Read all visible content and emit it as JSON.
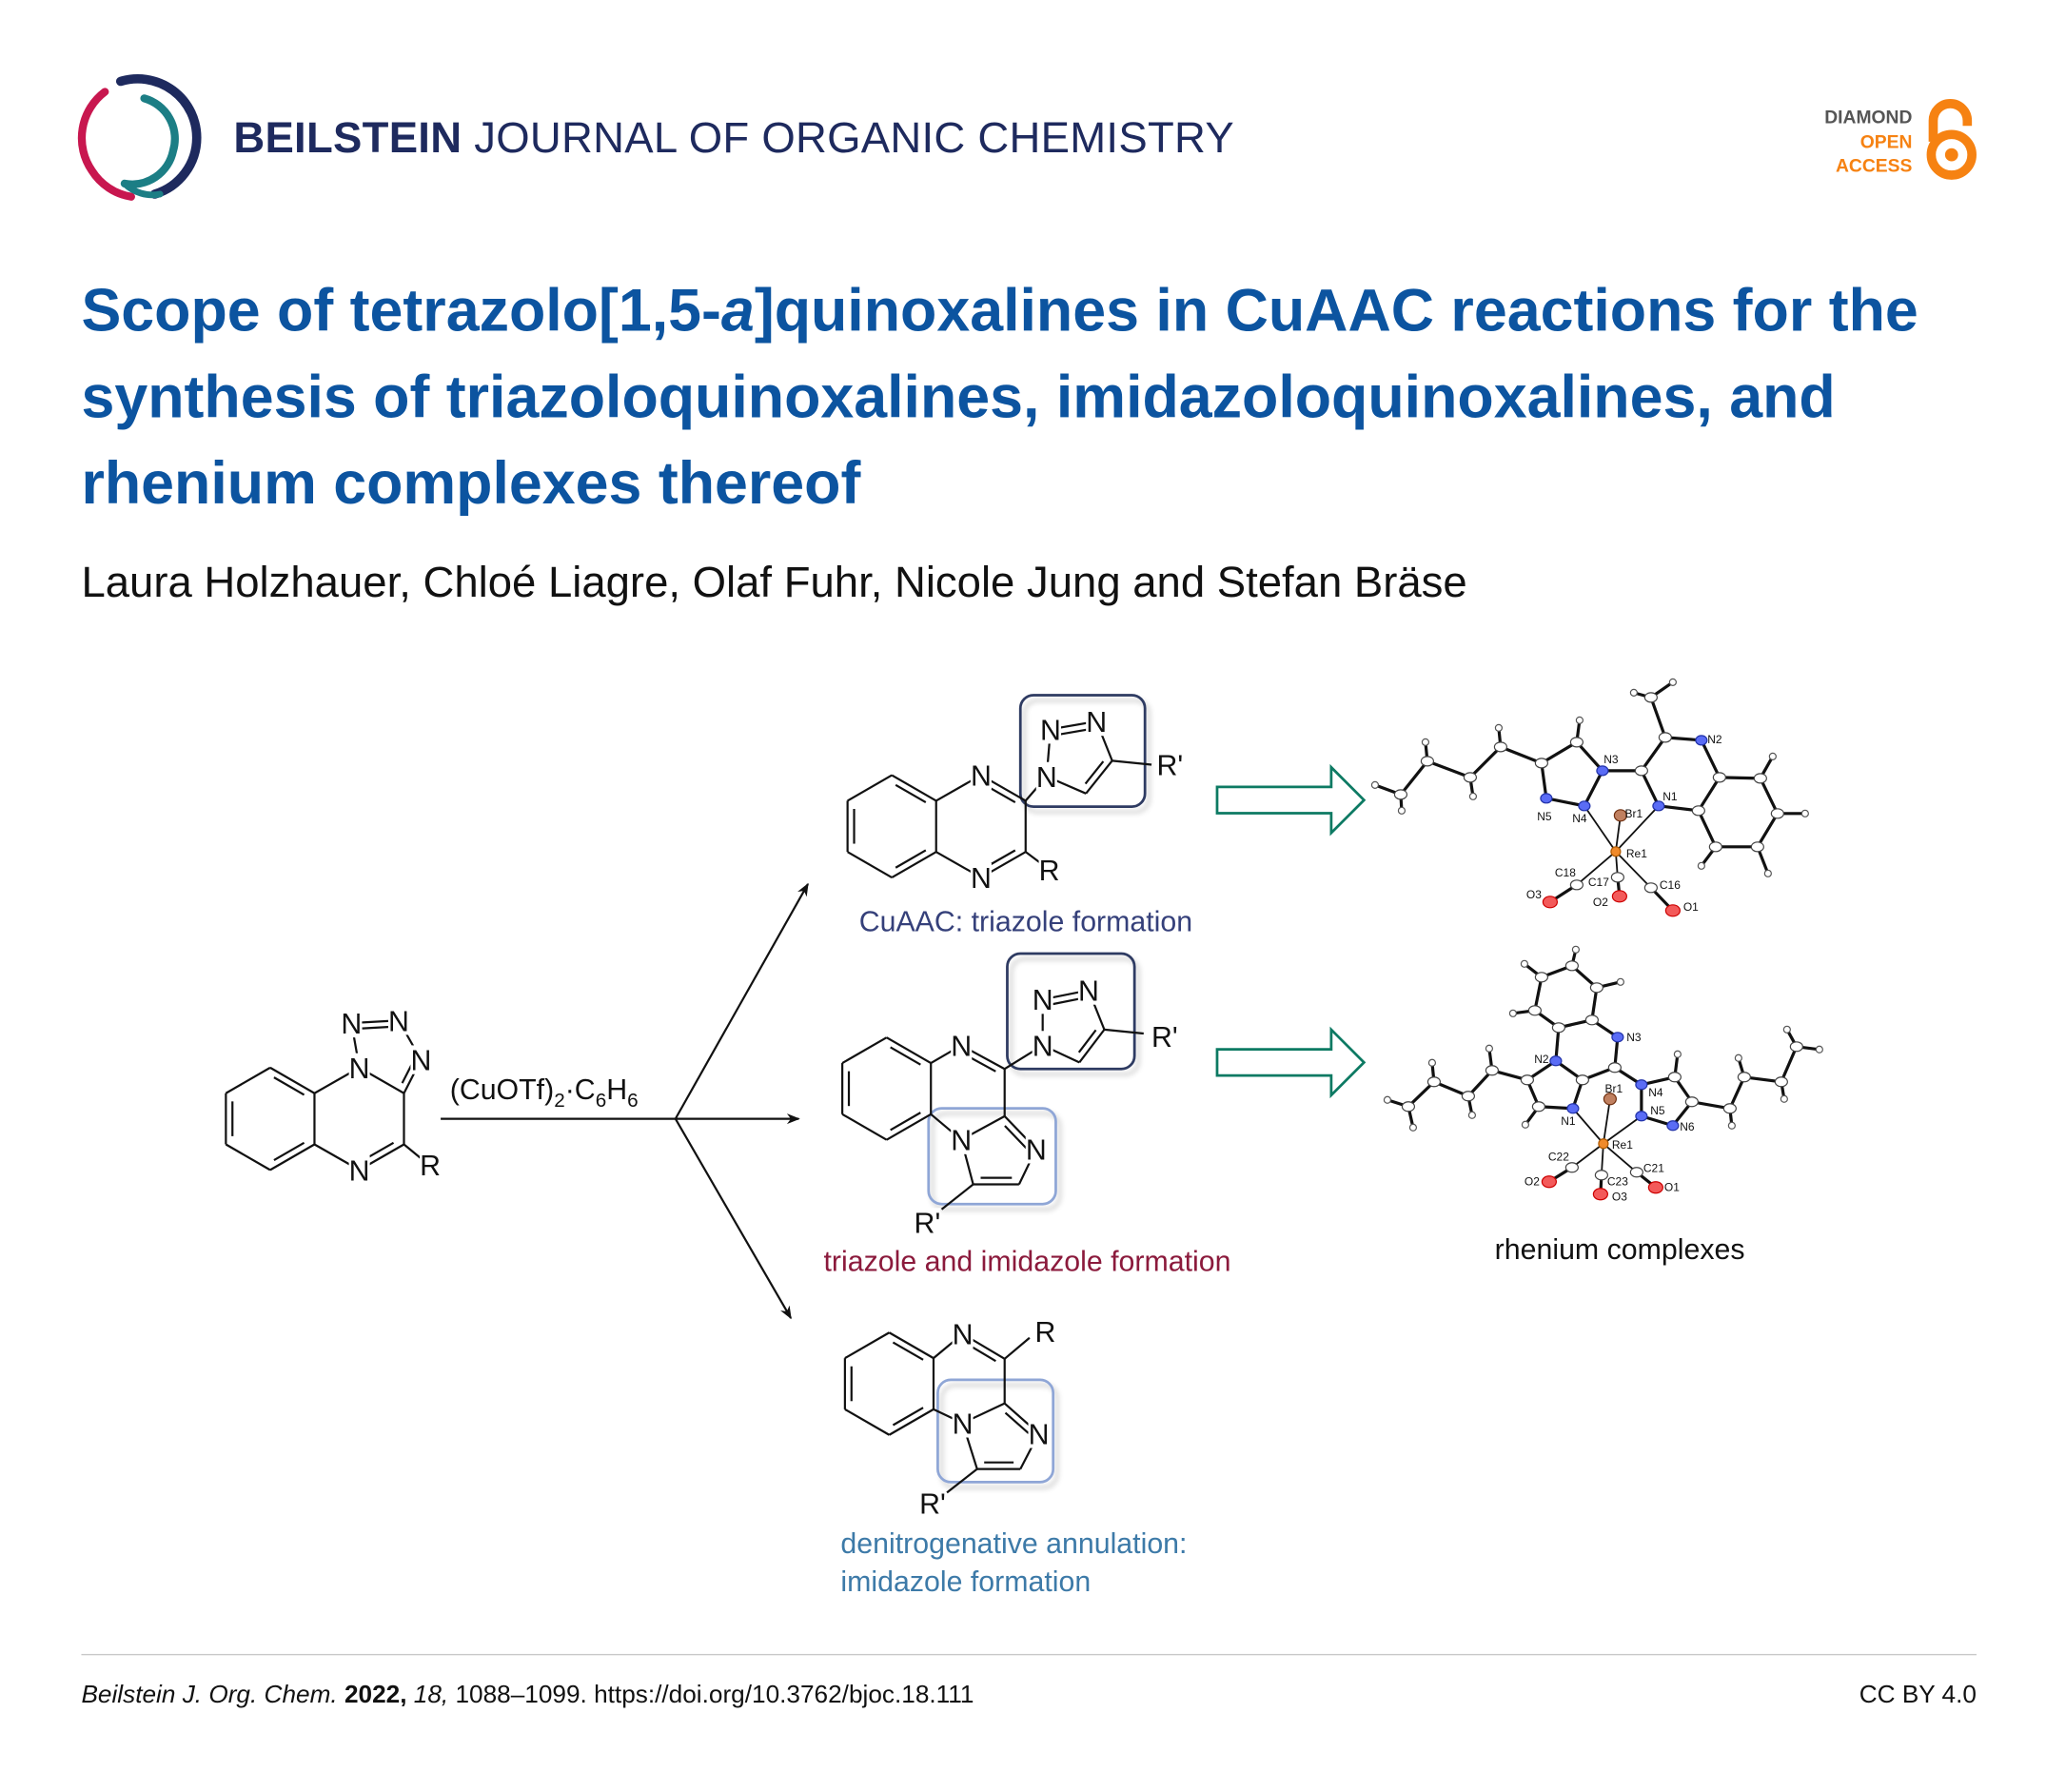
{
  "header": {
    "journal_bold": "BEILSTEIN",
    "journal_rest": "JOURNAL OF ORGANIC CHEMISTRY",
    "oa_badge": {
      "line1": "DIAMOND",
      "line2": "OPEN",
      "line3": "ACCESS"
    },
    "colors": {
      "navy": "#1e2a5e",
      "crimson": "#c8174f",
      "teal": "#1c7e85",
      "orange": "#f68212"
    }
  },
  "article": {
    "title_part1": "Scope of tetrazolo[1,5-",
    "title_italic": "a",
    "title_part2": "]quinoxalines in CuAAC reactions for the synthesis of triazoloquinoxalines, imidazoloquinoxalines, and rhenium complexes thereof",
    "authors": "Laura Holzhauer, Chloé Liagre, Olaf Fuhr, Nicole Jung and Stefan Bräse",
    "title_color": "#0c54a0"
  },
  "scheme": {
    "atom_N": "N",
    "R": "R",
    "R_prime": "R'",
    "reagent_parts": [
      {
        "t": "(CuOTf)",
        "sub": false
      },
      {
        "t": "2",
        "sub": true
      },
      {
        "t": "·C",
        "sub": false
      },
      {
        "t": "6",
        "sub": true
      },
      {
        "t": "H",
        "sub": false
      },
      {
        "t": "6",
        "sub": true
      }
    ],
    "label_cuaac": "CuAAC: triazole formation",
    "label_both": "triazole and imidazole formation",
    "label_denitro_1": "denitrogenative annulation:",
    "label_denitro_2": "imidazole formation",
    "label_rhenium": "rhenium complexes",
    "colors": {
      "cuaac": "#35407a",
      "both": "#8b1a3c",
      "denitro": "#3d7aa8",
      "arrow_green": "#0d7a63",
      "triazole_box": "#2f3a62",
      "imidazole_box": "#8fa6d6"
    },
    "crystal1_labels": [
      "N3",
      "N2",
      "N5",
      "N4",
      "N1",
      "Br1",
      "Re1",
      "C18",
      "C17",
      "O3",
      "O2",
      "C16",
      "O1"
    ],
    "crystal2_labels": [
      "N3",
      "N2",
      "Br1",
      "N4",
      "N5",
      "N6",
      "N1",
      "Re1",
      "C22",
      "C23",
      "C21",
      "O2",
      "O3",
      "O1"
    ]
  },
  "footer": {
    "journal_abbrev": "Beilstein J. Org. Chem.",
    "year": "2022,",
    "volume": "18,",
    "pages_doi": "1088–1099. https://doi.org/10.3762/bjoc.18.111",
    "license": "CC BY 4.0"
  }
}
